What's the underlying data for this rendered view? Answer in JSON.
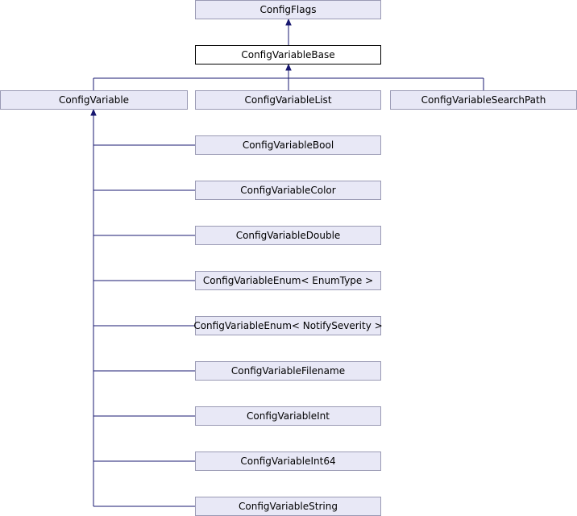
{
  "colors": {
    "node_fill": "#e8e8f6",
    "node_border": "#9a9ab4",
    "current_fill": "#ffffff",
    "current_border": "#000000",
    "edge": "#191970"
  },
  "nodes": {
    "config_flags": "ConfigFlags",
    "config_variable_base": "ConfigVariableBase",
    "config_variable": "ConfigVariable",
    "config_variable_list": "ConfigVariableList",
    "config_variable_search_path": "ConfigVariableSearchPath",
    "config_variable_bool": "ConfigVariableBool",
    "config_variable_color": "ConfigVariableColor",
    "config_variable_double": "ConfigVariableDouble",
    "config_variable_enum_enumtype": "ConfigVariableEnum< EnumType >",
    "config_variable_enum_notifyseverity": "ConfigVariableEnum< NotifySeverity >",
    "config_variable_filename": "ConfigVariableFilename",
    "config_variable_int": "ConfigVariableInt",
    "config_variable_int64": "ConfigVariableInt64",
    "config_variable_string": "ConfigVariableString"
  }
}
